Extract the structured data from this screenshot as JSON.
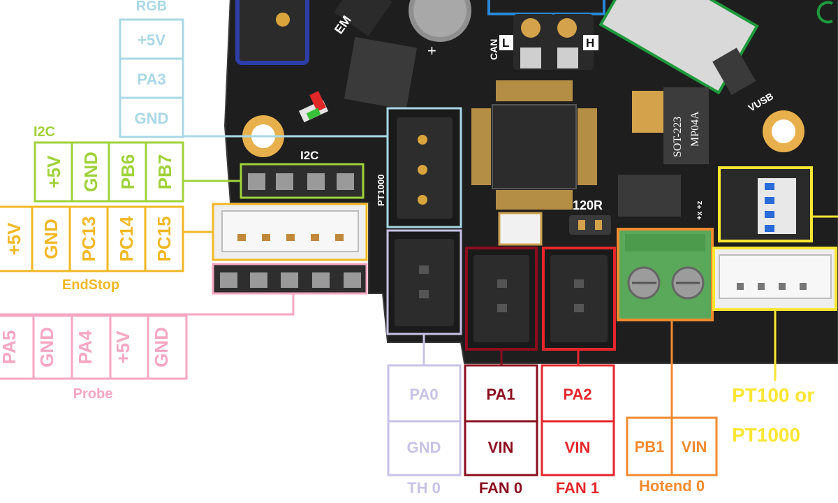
{
  "rgb": {
    "title": "RGB",
    "pins": [
      "+5V",
      "PA3",
      "GND"
    ],
    "color": "#a9d8e6"
  },
  "i2c": {
    "title": "I2C",
    "pins": [
      "+5V",
      "GND",
      "PB6",
      "PB7"
    ],
    "color": "#9fd23a"
  },
  "endstop": {
    "title": "EndStop",
    "pins": [
      "+5V",
      "GND",
      "PC13",
      "PC14",
      "PC15"
    ],
    "color": "#f2b824"
  },
  "probe": {
    "title": "Probe",
    "pins": [
      "PA5",
      "GND",
      "PA4",
      "+5V",
      "GND"
    ],
    "color": "#f6a6c0"
  },
  "th0": {
    "title": "TH 0",
    "pins": [
      "PA0",
      "GND"
    ],
    "color": "#c8c2e6"
  },
  "fan0": {
    "title": "FAN 0",
    "pins": [
      "PA1",
      "VIN"
    ],
    "color": "#8b0d1e"
  },
  "fan1": {
    "title": "FAN 1",
    "pins": [
      "PA2",
      "VIN"
    ],
    "color": "#e4262c"
  },
  "hotend0": {
    "title": "Hotend 0",
    "pins": [
      "PB1",
      "VIN"
    ],
    "color": "#f28a2e"
  },
  "pt_sensor": {
    "line1": "PT100 or",
    "line2": "PT1000",
    "color": "#fae632"
  },
  "board": {
    "silk_em": "EM",
    "silk_can": "CAN",
    "silk_can_l": "L",
    "silk_can_h": "H",
    "silk_i2c": "I2C",
    "silk_pt1000": "PT1000",
    "silk_120r": "120R",
    "silk_vusb": "VUSB",
    "chip_sot": "SOT-223",
    "chip_mp": "MP04A",
    "silk_plus": "+",
    "silk_xyz": "+x +z",
    "pcb_color": "#1d1d1d"
  }
}
